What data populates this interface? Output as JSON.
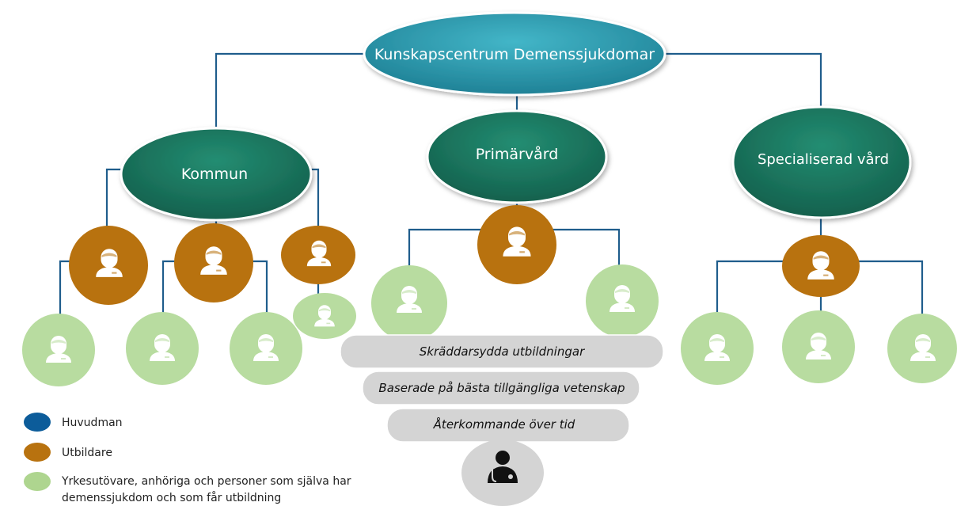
{
  "nodes": {
    "root": "Kunskapscentrum Demenssjukdomar",
    "kommun": "Kommun",
    "primarvard": "Primärvård",
    "specialiserad": "Specialiserad vård"
  },
  "funnel": [
    "Skräddarsydda utbildningar",
    "Baserade på bästa tillgängliga vetenskap",
    "Återkommande över tid"
  ],
  "legend": [
    {
      "color": "#0c5c9a",
      "label": "Huvudman"
    },
    {
      "color": "#b8720f",
      "label": "Utbildare"
    },
    {
      "color": "#aed58f",
      "label": "Yrkesutövare, anhöriga och personer som själva har",
      "label2": "demenssjukdom och som får utbildning"
    }
  ],
  "colors": {
    "root": "#2b9bb0",
    "level1": "#187a62",
    "educator": "#b8720f",
    "learner": "#b8dca0",
    "connector": "#1f5d8c",
    "funnel": "#d4d4d4"
  },
  "icons": {
    "educator": "person-icon",
    "learner": "person-icon",
    "doctor": "doctor-icon"
  }
}
